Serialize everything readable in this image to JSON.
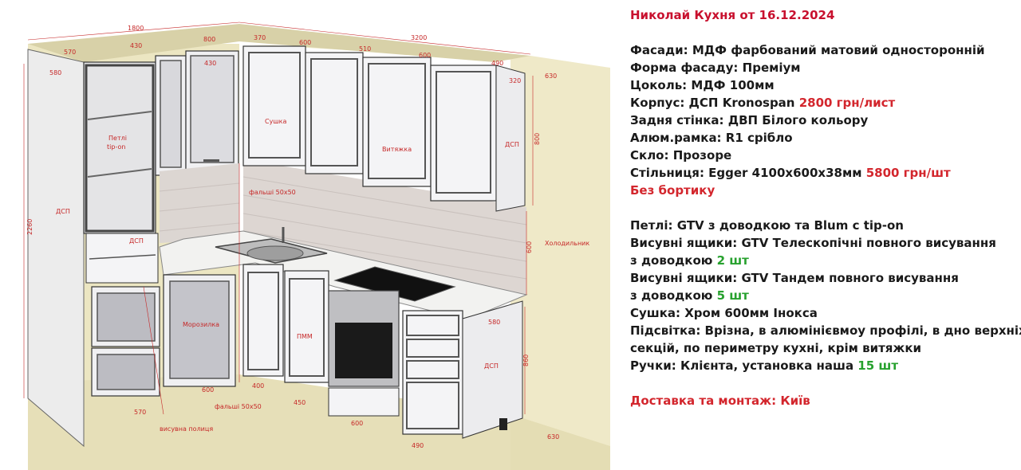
{
  "spec": {
    "title": "Николай Кухня от 16.12.2024",
    "lines": [
      {
        "text": "Фасади: МДФ фарбований матовий односторонній"
      },
      {
        "text": "Форма фасаду: Преміум"
      },
      {
        "text": "Цоколь: МДФ 100мм"
      },
      {
        "text": "Корпус: ДСП Kronospan ",
        "accent": "2800 грн/лист",
        "accent_color": "red"
      },
      {
        "text": "Задня стінка: ДВП Білого кольору"
      },
      {
        "text": "Алюм.рамка: R1 срібло"
      },
      {
        "text": "Скло: Прозоре"
      },
      {
        "text": "Стільниця: Egger 4100x600x38мм ",
        "accent": "5800 грн/шт",
        "accent_color": "red"
      },
      {
        "text": "",
        "accent": "Без бортику",
        "accent_color": "red"
      },
      {
        "gap": true
      },
      {
        "text": "Петлі: GTV з доводкою та Blum c tip-on"
      },
      {
        "text": "Висувні ящики: GTV Телескопічні повного висування"
      },
      {
        "text": "з доводкою ",
        "accent": "2 шт",
        "accent_color": "green"
      },
      {
        "text": "Висувні ящики: GTV Тандем повного висування"
      },
      {
        "text": "з доводкою ",
        "accent": "5 шт",
        "accent_color": "green"
      },
      {
        "text": "Сушка: Хром 600мм Інокса"
      },
      {
        "text": "Підсвітка: Врізна, в алюмінієвмоу профілі, в дно верхніх"
      },
      {
        "text": "секцій, по периметру кухні, крім витяжки"
      },
      {
        "text": "Ручки: Клієнта, установка наша ",
        "accent": "15 шт",
        "accent_color": "green"
      },
      {
        "gap": true
      },
      {
        "text": "",
        "accent": "Доставка та монтаж: Київ",
        "accent_color": "red"
      }
    ]
  },
  "dimensions": {
    "top_total_left": "1800",
    "top_total_right": "3200",
    "d570_top": "570",
    "d430_top": "430",
    "d800_top": "800",
    "d370_top": "370",
    "d600_top": "600",
    "d510_top": "510",
    "d600_top2": "600",
    "d490_top": "490",
    "d580_left": "580",
    "d430_box": "430",
    "d320": "320",
    "d630_top": "630",
    "d800_side": "800",
    "d600_side": "600",
    "d2260": "2260",
    "d580_mid": "580",
    "d860": "860",
    "d600_floor": "600",
    "d400_floor": "400",
    "d570_floor": "570",
    "d450_floor": "450",
    "d600_floor2": "600",
    "d490_floor": "490",
    "d630_floor": "630"
  },
  "labels": {
    "dsp_left": "ДСП",
    "hinges": "Петлі",
    "hinges2": "tip-on",
    "dsp_niche": "ДСП",
    "freezer": "Морозилка",
    "shelf": "висувна полиця",
    "false_floor": "фальші 50х50",
    "false_wall": "фальші 50х50",
    "dryer": "Сушка",
    "hood": "Витяжка",
    "dsp_upper_right": "ДСП",
    "dishwasher": "ПММ",
    "dsp_lower_right": "ДСП",
    "fridge": "Холодильник"
  },
  "colors": {
    "wall": "#efe9c8",
    "floor": "#e6dfb8",
    "cabinet": "#f4f4f6",
    "frame": "#3a3a3e",
    "panel": "#8e8e96",
    "counter": "#f2f2f0",
    "dim_red": "#c62828"
  }
}
